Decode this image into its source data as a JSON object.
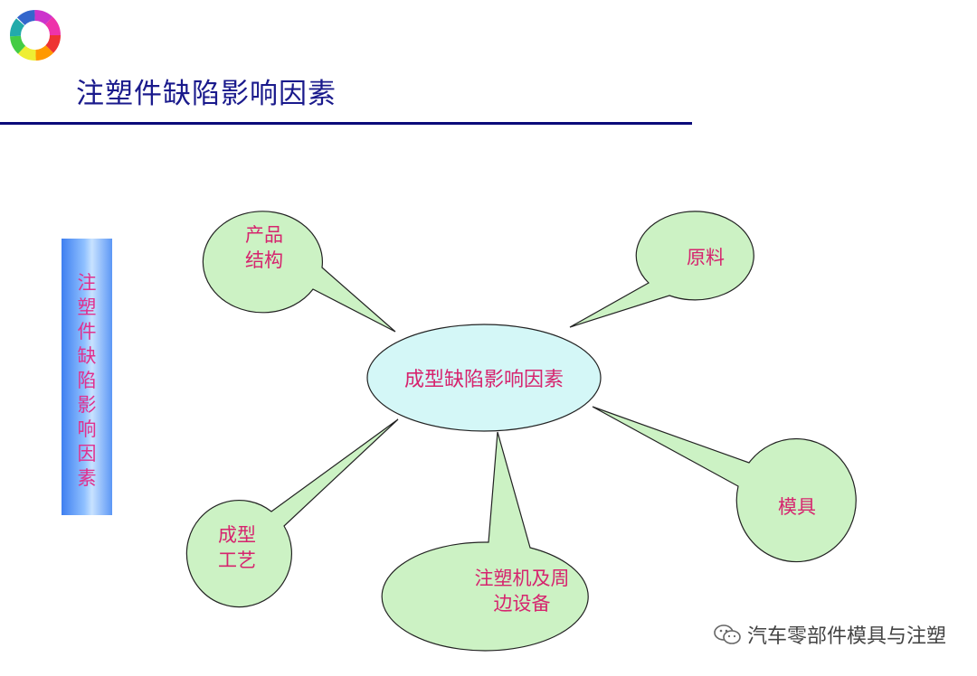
{
  "slide": {
    "title": "注塑件缺陷影响因素"
  },
  "sidebar": {
    "text": "注\n塑\n件\n缺\n陷\n影\n响\n因\n素"
  },
  "diagram": {
    "center": "成型缺陷影响因素",
    "bubbles": {
      "product": "产品\n结构",
      "material": "原料",
      "mold": "模具",
      "process": "成型\n工艺",
      "machine": "注塑机及周\n边设备"
    }
  },
  "watermark": {
    "text": "汽车零部件模具与注塑"
  },
  "colors": {
    "bubble_fill": "#ccf2c4",
    "center_fill": "#d4f7f7",
    "label": "#d6246e",
    "title": "#1a1a8c"
  }
}
